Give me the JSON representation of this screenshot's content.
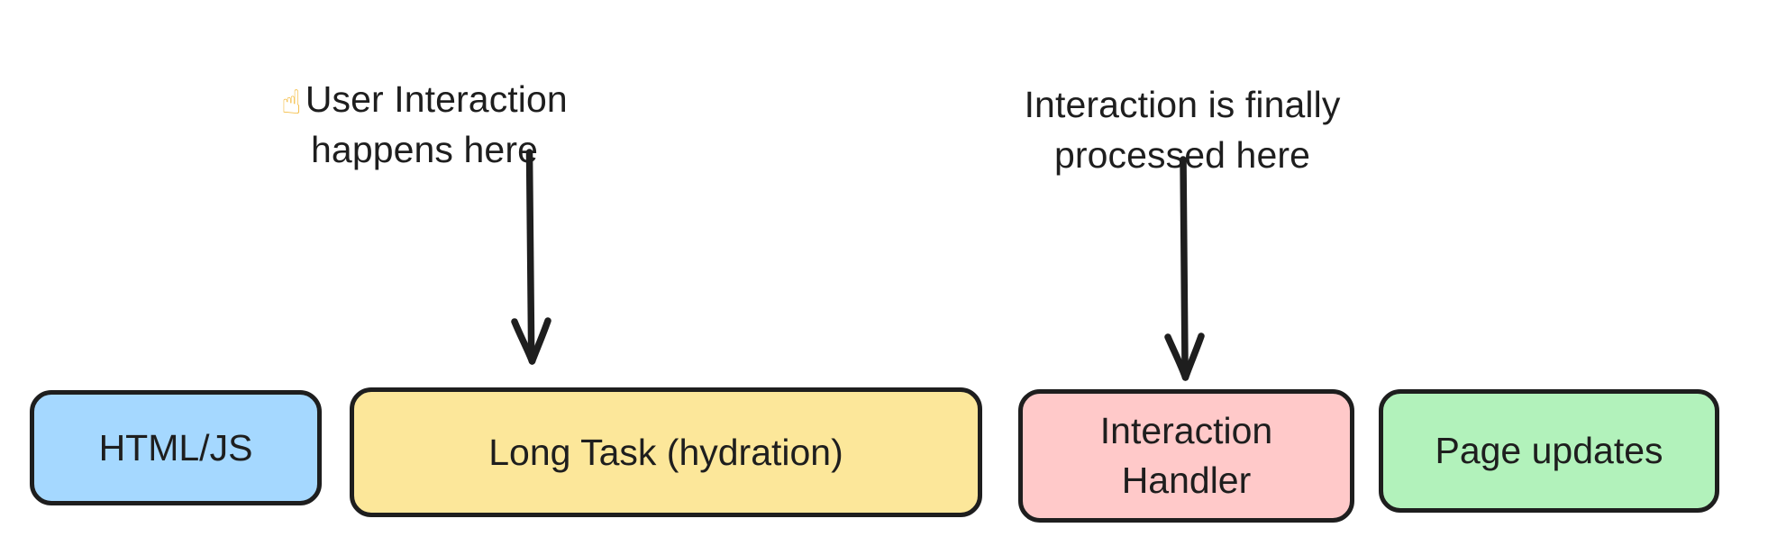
{
  "diagram": {
    "title": "Hydration long task blocking user interaction",
    "background_color": "#ffffff",
    "stroke_color": "#1e1e1e",
    "annotations": [
      {
        "id": "user-interaction",
        "emoji": "☝",
        "emoji_name": "index-pointing-up-emoji",
        "text": "User Interaction\nhappens here"
      },
      {
        "id": "processed",
        "emoji": "",
        "emoji_name": "",
        "text": "Interaction is finally\nprocessed here"
      }
    ],
    "arrows": [
      {
        "id": "arrow-to-long-task",
        "direction": "down",
        "color": "#1e1e1e"
      },
      {
        "id": "arrow-to-interaction-handler",
        "direction": "down",
        "color": "#1e1e1e"
      }
    ],
    "nodes": [
      {
        "id": "html-js",
        "label": "HTML/JS",
        "fill": "#a5d8ff"
      },
      {
        "id": "long-task",
        "label": "Long Task (hydration)",
        "fill": "#fce79a"
      },
      {
        "id": "interaction-handler",
        "label": "Interaction\nHandler",
        "fill": "#ffc9c9"
      },
      {
        "id": "page-updates",
        "label": "Page updates",
        "fill": "#b2f2bb"
      }
    ]
  }
}
